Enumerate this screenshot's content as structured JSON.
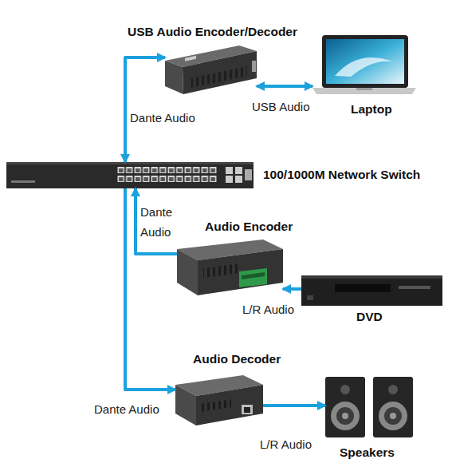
{
  "diagram": {
    "nodes": [
      {
        "text": [
          "USB Audio Encoder/Decoder"
        ]
      },
      {
        "text": [
          "Laptop"
        ]
      },
      {
        "text": [
          "100/1000M Network Switch"
        ]
      },
      {
        "text": [
          "Audio Encoder"
        ]
      },
      {
        "text": [
          "DVD"
        ]
      },
      {
        "text": [
          "Audio Decoder"
        ]
      },
      {
        "text": [
          "Speakers"
        ]
      }
    ],
    "edges": [
      {
        "from": 2,
        "to": 0,
        "label": "Dante Audio",
        "arrow": "both"
      },
      {
        "from": 0,
        "to": 1,
        "label": "USB Audio",
        "arrow": "both"
      },
      {
        "from": 3,
        "to": 2,
        "label": "Dante Audio",
        "arrow": "to"
      },
      {
        "from": 4,
        "to": 3,
        "label": "L/R Audio",
        "arrow": "to"
      },
      {
        "from": 2,
        "to": 5,
        "label": "Dante Audio",
        "arrow": "to"
      },
      {
        "from": 5,
        "to": 6,
        "label": "L/R Audio",
        "arrow": "to"
      }
    ]
  }
}
